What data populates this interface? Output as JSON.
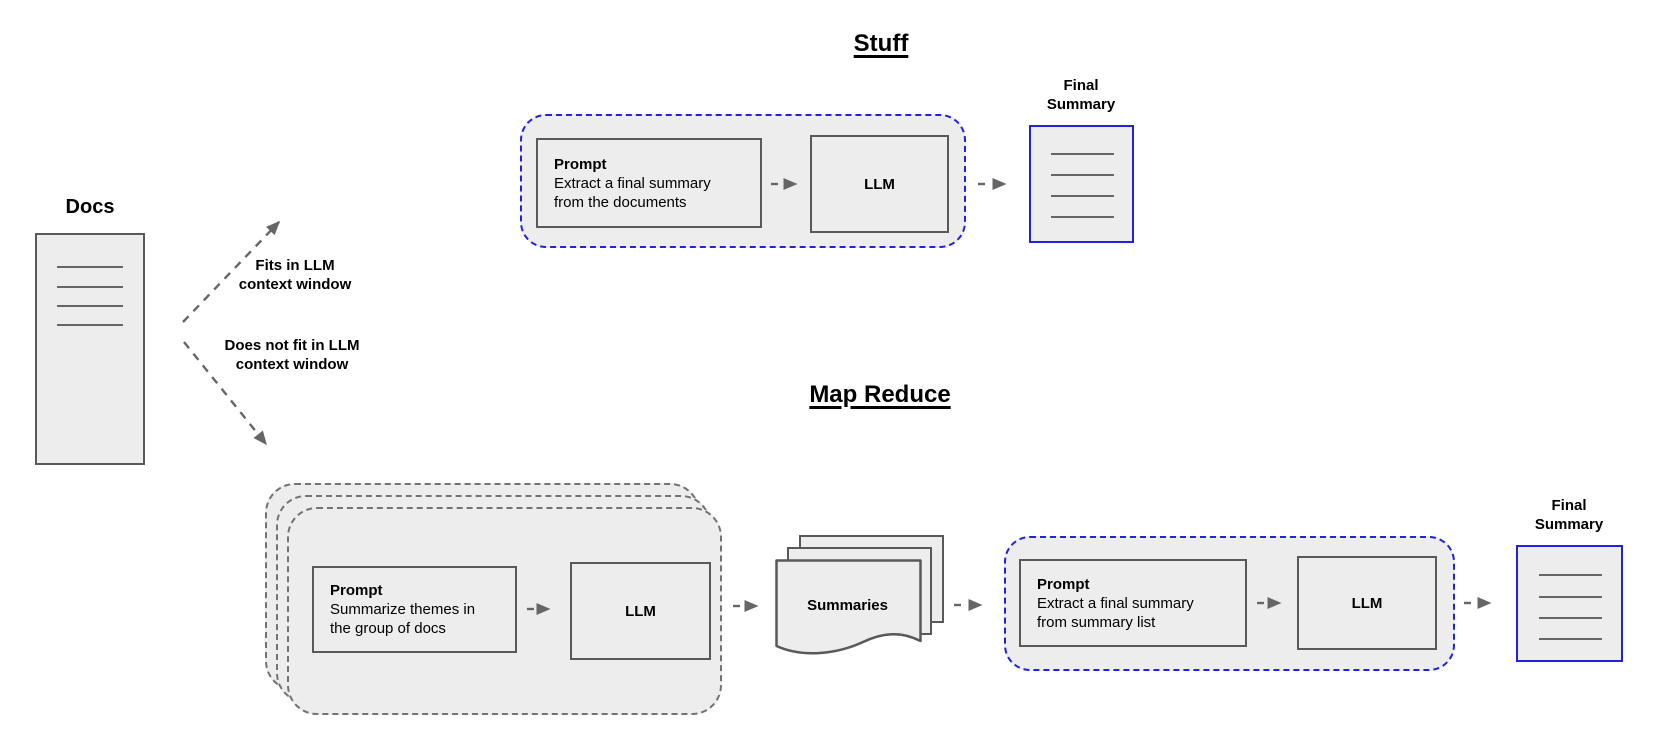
{
  "palette": {
    "canvas_bg": "#ffffff",
    "shape_fill": "#ededed",
    "shape_border": "#595959",
    "stack_dash_border": "#737373",
    "blue_accent": "#2222dd",
    "arrow_color": "#666666",
    "text_color": "#000000"
  },
  "docs": {
    "label": "Docs"
  },
  "branch_fits": {
    "lines": [
      "Fits in LLM",
      "context window"
    ]
  },
  "branch_not_fit": {
    "lines": [
      "Does not fit in LLM",
      "context window"
    ]
  },
  "stuff": {
    "title": "Stuff",
    "prompt_heading": "Prompt",
    "prompt_lines": [
      "Extract a final summary",
      "from the documents"
    ],
    "llm_label": "LLM",
    "final_label_lines": [
      "Final",
      "Summary"
    ]
  },
  "map_reduce": {
    "title": "Map Reduce",
    "map_prompt_heading": "Prompt",
    "map_prompt_lines": [
      "Summarize themes in",
      "the group of docs"
    ],
    "map_llm_label": "LLM",
    "summaries_label": "Summaries",
    "reduce_prompt_heading": "Prompt",
    "reduce_prompt_lines": [
      "Extract a final summary",
      "from summary list"
    ],
    "reduce_llm_label": "LLM",
    "final_label_lines": [
      "Final",
      "Summary"
    ]
  }
}
